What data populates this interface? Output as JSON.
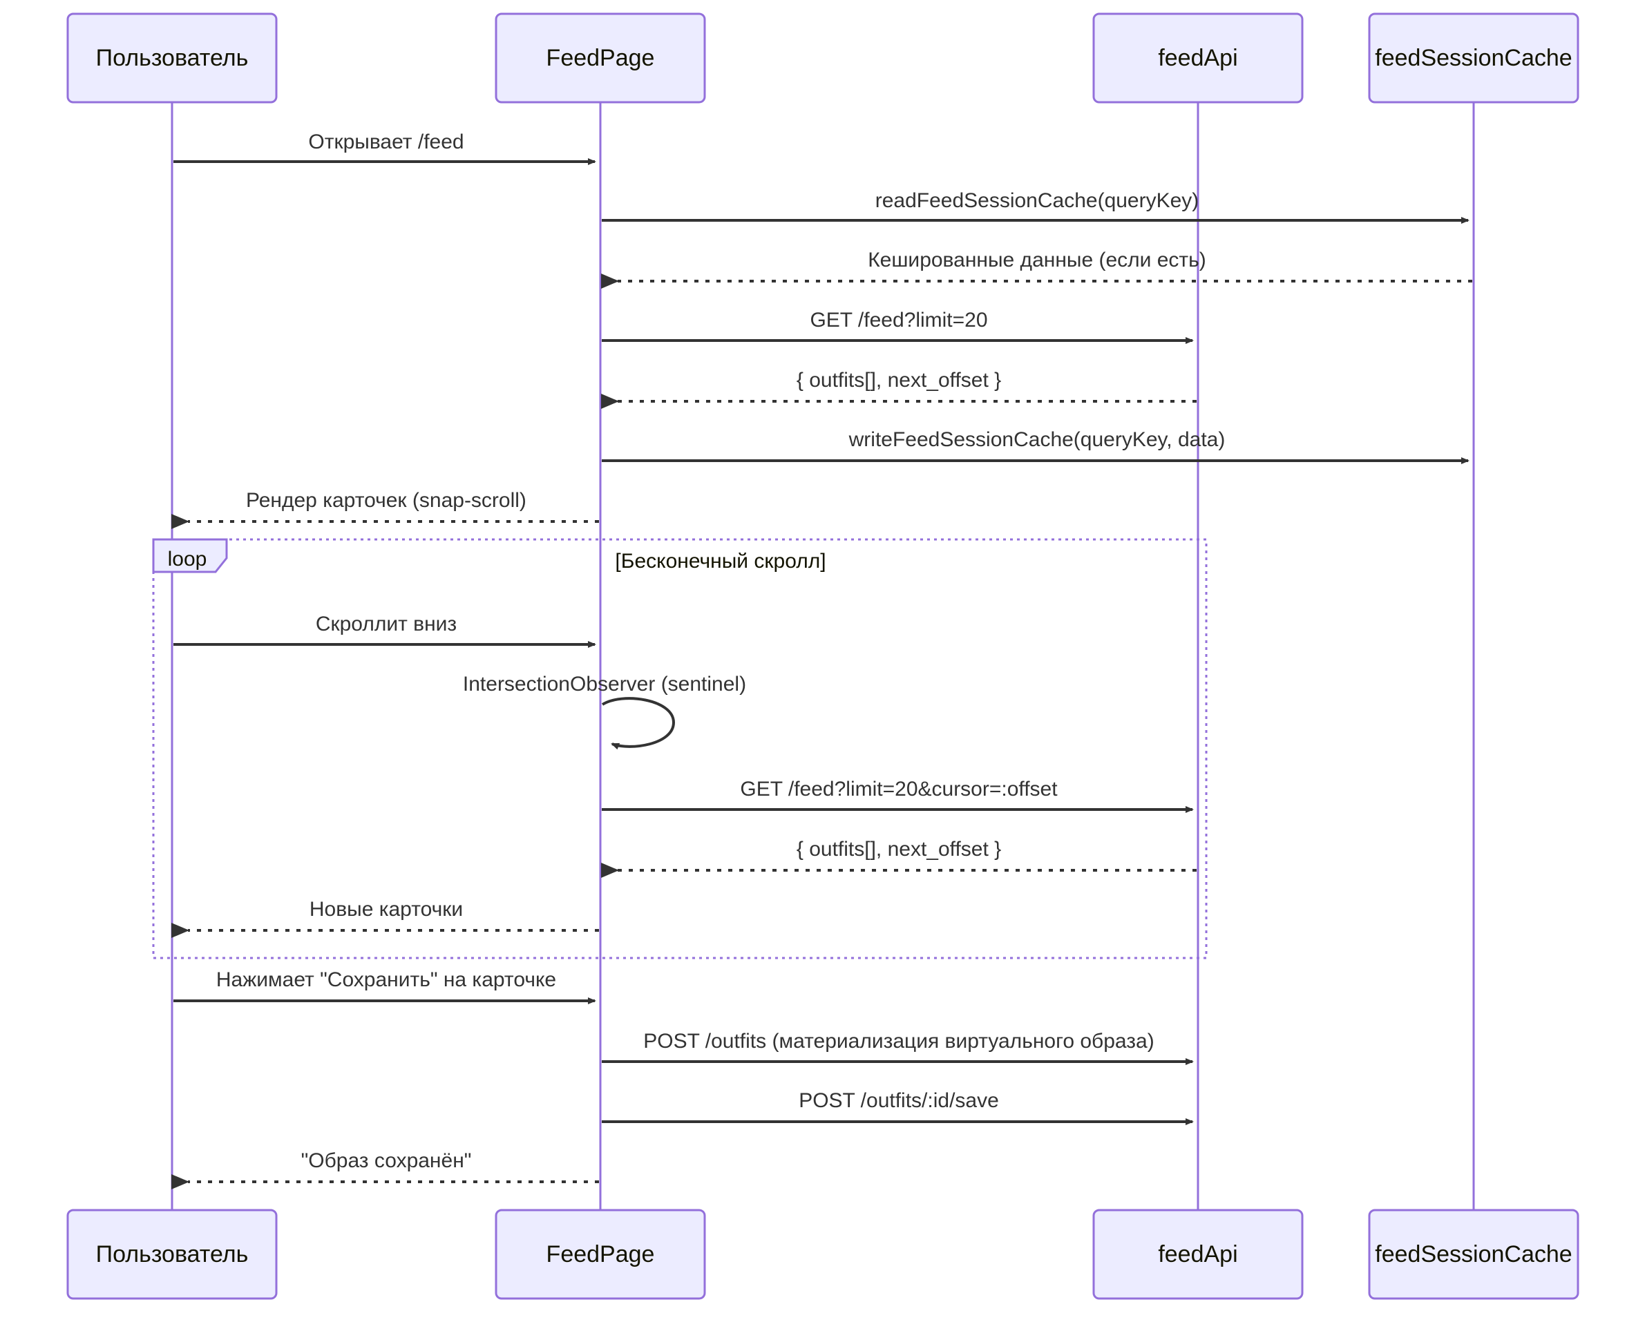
{
  "diagram": {
    "type": "sequence-diagram",
    "colors": {
      "actor_fill": "#ECECFF",
      "actor_border": "#9370DB",
      "lifeline": "#9370DB",
      "message_line": "#333333",
      "text": "#131300",
      "background": "#FFFFFF"
    },
    "participants": [
      {
        "id": "user",
        "label": "Пользователь"
      },
      {
        "id": "feedpage",
        "label": "FeedPage"
      },
      {
        "id": "feedapi",
        "label": "feedApi"
      },
      {
        "id": "feedcache",
        "label": "feedSessionCache"
      }
    ],
    "messages": [
      {
        "id": "m1",
        "from": "user",
        "to": "feedpage",
        "label": "Открывает /feed",
        "style": "solid",
        "direction": "right"
      },
      {
        "id": "m2",
        "from": "feedpage",
        "to": "feedcache",
        "label": "readFeedSessionCache(queryKey)",
        "style": "solid",
        "direction": "right"
      },
      {
        "id": "m3",
        "from": "feedcache",
        "to": "feedpage",
        "label": "Кешированные данные (если есть)",
        "style": "dashed",
        "direction": "left"
      },
      {
        "id": "m4",
        "from": "feedpage",
        "to": "feedapi",
        "label": "GET /feed?limit=20",
        "style": "solid",
        "direction": "right"
      },
      {
        "id": "m5",
        "from": "feedapi",
        "to": "feedpage",
        "label": "{ outfits[], next_offset }",
        "style": "dashed",
        "direction": "left"
      },
      {
        "id": "m6",
        "from": "feedpage",
        "to": "feedcache",
        "label": "writeFeedSessionCache(queryKey, data)",
        "style": "solid",
        "direction": "right"
      },
      {
        "id": "m7",
        "from": "feedpage",
        "to": "user",
        "label": "Рендер карточек (snap-scroll)",
        "style": "dashed",
        "direction": "left"
      },
      {
        "id": "m8",
        "from": "user",
        "to": "feedpage",
        "label": "Скроллит вниз",
        "style": "solid",
        "direction": "right"
      },
      {
        "id": "m9",
        "from": "feedpage",
        "to": "feedpage",
        "label": "IntersectionObserver (sentinel)",
        "style": "solid",
        "direction": "self"
      },
      {
        "id": "m10",
        "from": "feedpage",
        "to": "feedapi",
        "label": "GET /feed?limit=20&cursor=:offset",
        "style": "solid",
        "direction": "right"
      },
      {
        "id": "m11",
        "from": "feedapi",
        "to": "feedpage",
        "label": "{ outfits[], next_offset }",
        "style": "dashed",
        "direction": "left"
      },
      {
        "id": "m12",
        "from": "feedpage",
        "to": "user",
        "label": "Новые карточки",
        "style": "dashed",
        "direction": "left"
      },
      {
        "id": "m13",
        "from": "user",
        "to": "feedpage",
        "label": "Нажимает \"Сохранить\" на карточке",
        "style": "solid",
        "direction": "right"
      },
      {
        "id": "m14",
        "from": "feedpage",
        "to": "feedapi",
        "label": "POST /outfits (материализация виртуального образа)",
        "style": "solid",
        "direction": "right"
      },
      {
        "id": "m15",
        "from": "feedpage",
        "to": "feedapi",
        "label": "POST /outfits/:id/save",
        "style": "solid",
        "direction": "right"
      },
      {
        "id": "m16",
        "from": "feedpage",
        "to": "user",
        "label": "\"Образ сохранён\"",
        "style": "dashed",
        "direction": "left"
      }
    ],
    "blocks": [
      {
        "id": "loop1",
        "kind": "loop",
        "tab_label": "loop",
        "condition_label": "[Бесконечный скролл]",
        "contains": [
          "m8",
          "m9",
          "m10",
          "m11",
          "m12"
        ]
      }
    ]
  }
}
